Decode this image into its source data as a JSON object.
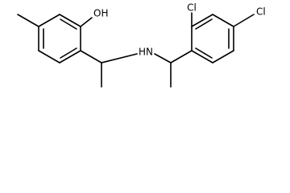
{
  "structure": {
    "atoms": {
      "hydroxyl": "OH",
      "amine": "HN",
      "chloro_ortho": "Cl",
      "chloro_para": "Cl"
    },
    "colors": {
      "bond": "#000000",
      "label": "#000000",
      "background": "#ffffff"
    }
  }
}
